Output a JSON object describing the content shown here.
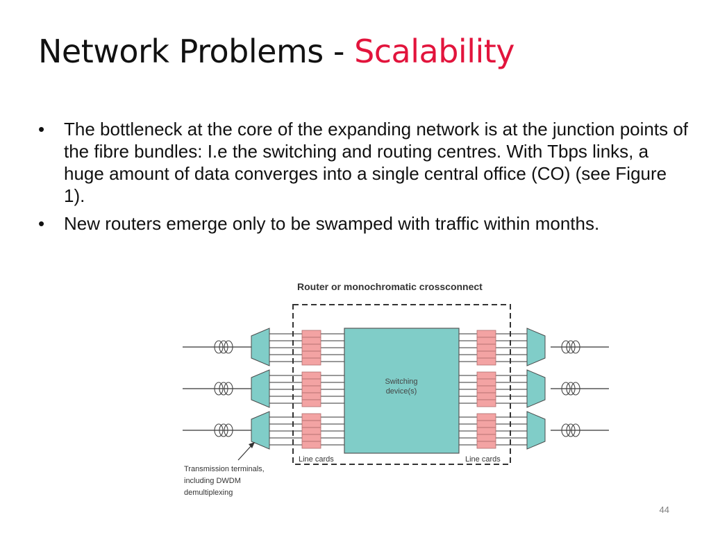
{
  "title": {
    "main": "Network Problems - ",
    "accent": "Scalability",
    "accent_color": "#e2143c"
  },
  "bullets": [
    {
      "marker": "•",
      "text": "The bottleneck at the core of the expanding network is at the junction points of the fibre bundles: I.e  the switching and routing centres. With Tbps links, a huge amount of data converges into a single central office (CO) (see Figure 1)."
    },
    {
      "marker": "•",
      "text": "New routers emerge only to be swamped with traffic within months."
    }
  ],
  "figure": {
    "header": "Router or monochromatic crossconnect",
    "switch_label_line1": "Switching",
    "switch_label_line2": "device(s)",
    "line_cards_left": "Line cards",
    "line_cards_right": "Line cards",
    "terminal_label_line1": "Transmission terminals,",
    "terminal_label_line2": "including DWDM",
    "terminal_label_line3": "demultiplexing",
    "colors": {
      "teal": "#80cdc8",
      "pink": "#f3a3a3",
      "line": "#333333"
    }
  },
  "page_number": "44"
}
